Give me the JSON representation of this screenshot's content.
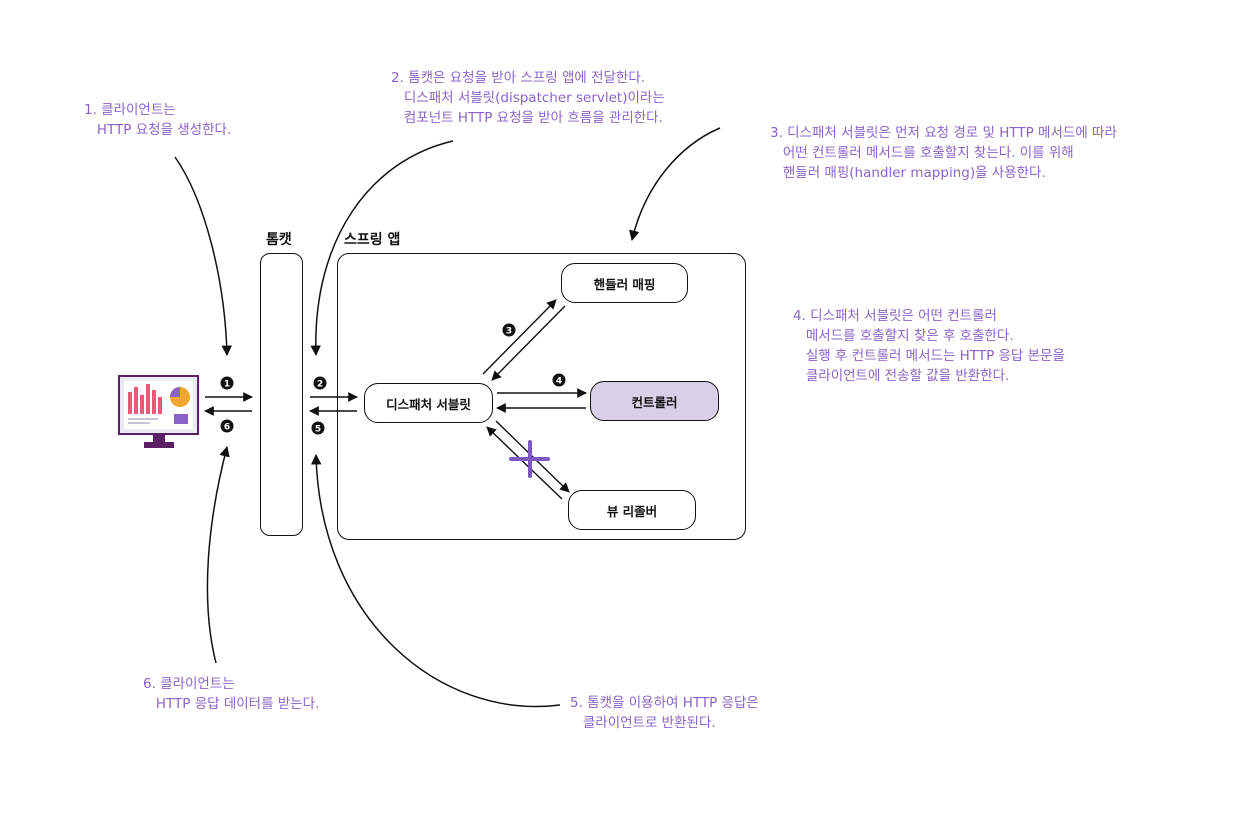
{
  "notes": {
    "n1": "1. 클라이언트는\n   HTTP 요청을 생성한다.",
    "n2": "2. 톰캣은 요청을 받아 스프링 앱에 전달한다.\n   디스패처 서블릿(dispatcher servlet)이라는\n   컴포넌트 HTTP 요청을 받아 흐름을 관리한다.",
    "n3": "3. 디스패처 서블릿은 먼저 요청 경로 및 HTTP 메서드에 따라\n   어떤 컨트롤러 메서드를 호출할지 찾는다. 이를 위해\n   핸들러 매핑(handler mapping)을 사용한다.",
    "n4": "4. 디스패처 서블릿은 어떤 컨트롤러\n   메서드를 호출할지 찾은 후 호출한다.\n   실행 후 컨트롤러 메서드는 HTTP 응답 본문을\n   클라이언트에 전송할 값을 반환한다.",
    "n5": "5. 톰캣을 이용하여 HTTP 응답은\n   클라이언트로 반환된다.",
    "n6": "6. 클라이언트는\n   HTTP 응답 데이터를 받는다."
  },
  "labels": {
    "tomcat": "톰캣",
    "spring_app": "스프링 앱"
  },
  "boxes": {
    "dispatcher": "디스패처 서블릿",
    "handler_mapping": "핸들러 매핑",
    "controller": "컨트롤러",
    "view_resolver": "뷰 리졸버"
  },
  "steps": [
    "1",
    "2",
    "3",
    "4",
    "5",
    "6"
  ],
  "colors": {
    "note_text": "#8a63c9",
    "controller_fill": "#d8d0e8",
    "cross_mark": "#7b58c4",
    "monitor_frame": "#5b1f66",
    "bar_color": "#e85a78",
    "pie_color": "#f0a830"
  },
  "icons": [
    "monitor-icon",
    "cross-icon"
  ]
}
